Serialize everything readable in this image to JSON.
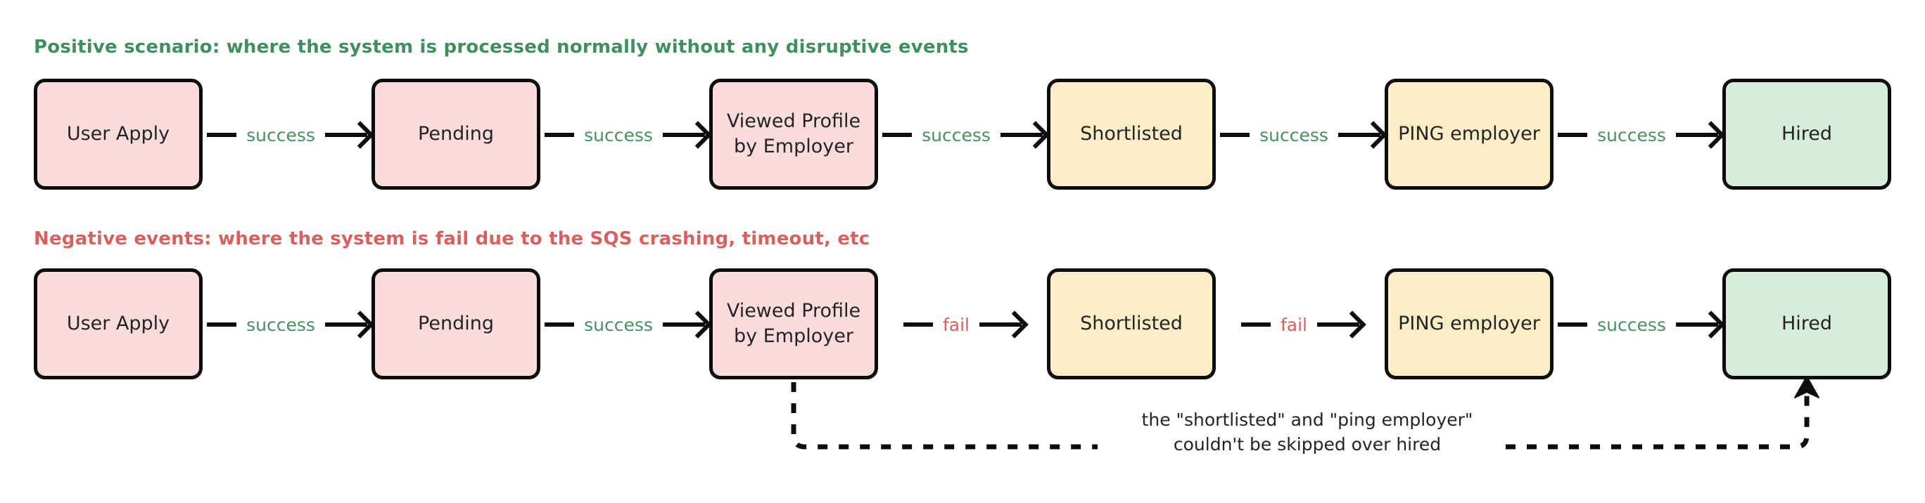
{
  "diagram": {
    "title_positive": "Positive scenario: where the system is processed normally without any disruptive events",
    "title_negative": "Negative events: where the system is fail due to the SQS crashing, timeout, etc",
    "colors": {
      "positive_heading": "#3f8f5f",
      "negative_heading": "#d9605e",
      "success_label": "#4a9061",
      "fail_label": "#d9605e",
      "node_pink": "#fadcdd",
      "node_yellow": "#fbeec6",
      "node_green": "#d6ecdc",
      "stroke": "#0d0d0d"
    }
  },
  "rows": {
    "positive": {
      "nodes": [
        {
          "label": "User Apply",
          "fill": "pink"
        },
        {
          "label": "Pending",
          "fill": "pink"
        },
        {
          "label_line1": "Viewed Profile",
          "label_line2": "by Employer",
          "fill": "pink"
        },
        {
          "label": "Shortlisted",
          "fill": "yellow"
        },
        {
          "label": "PING employer",
          "fill": "yellow"
        },
        {
          "label": "Hired",
          "fill": "green"
        }
      ],
      "edges": [
        {
          "label": "success",
          "state": "success"
        },
        {
          "label": "success",
          "state": "success"
        },
        {
          "label": "success",
          "state": "success"
        },
        {
          "label": "success",
          "state": "success"
        },
        {
          "label": "success",
          "state": "success"
        }
      ]
    },
    "negative": {
      "nodes": [
        {
          "label": "User Apply",
          "fill": "pink"
        },
        {
          "label": "Pending",
          "fill": "pink"
        },
        {
          "label_line1": "Viewed Profile",
          "label_line2": "by Employer",
          "fill": "pink"
        },
        {
          "label": "Shortlisted",
          "fill": "yellow"
        },
        {
          "label": "PING employer",
          "fill": "yellow"
        },
        {
          "label": "Hired",
          "fill": "green"
        }
      ],
      "edges": [
        {
          "label": "success",
          "state": "success"
        },
        {
          "label": "success",
          "state": "success"
        },
        {
          "label": "fail",
          "state": "fail"
        },
        {
          "label": "fail",
          "state": "fail"
        },
        {
          "label": "success",
          "state": "success"
        }
      ]
    }
  },
  "annotation": {
    "line1": "the \"shortlisted\" and \"ping employer\"",
    "line2": "couldn't be skipped over hired"
  }
}
